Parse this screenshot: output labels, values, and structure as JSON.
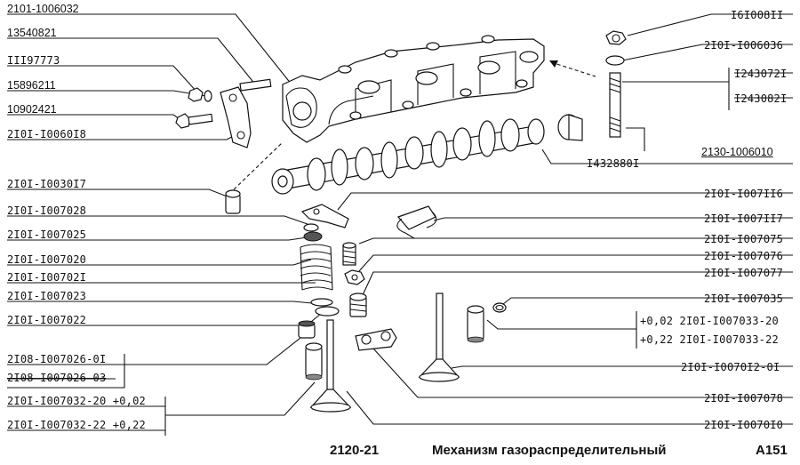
{
  "labels_left": [
    {
      "key": "l1",
      "text": "2101-1006032"
    },
    {
      "key": "l2",
      "text": "13540821"
    },
    {
      "key": "l3",
      "text": "III97773"
    },
    {
      "key": "l4",
      "text": "15896211"
    },
    {
      "key": "l5",
      "text": "10902421"
    },
    {
      "key": "l6",
      "text": "2I0I-I0060I8"
    },
    {
      "key": "l7",
      "text": "2I0I-I0030I7"
    },
    {
      "key": "l8",
      "text": "2I0I-I007028"
    },
    {
      "key": "l9",
      "text": "2I0I-I007025"
    },
    {
      "key": "l10",
      "text": "2I0I-I007020"
    },
    {
      "key": "l11",
      "text": "2I0I-I00702I"
    },
    {
      "key": "l12",
      "text": "2I0I-I007023"
    },
    {
      "key": "l13",
      "text": "2I0I-I007022"
    },
    {
      "key": "l14",
      "text": "2I08-I007026-0I"
    },
    {
      "key": "l15",
      "text": "2I08-I007026-03"
    },
    {
      "key": "l16",
      "text": "2I0I-I007032-20  +0,02"
    },
    {
      "key": "l17",
      "text": "2I0I-I007032-22  +0,22"
    }
  ],
  "labels_right": [
    {
      "key": "r1",
      "text": "I6I008II"
    },
    {
      "key": "r2",
      "text": "2I0I-I006036"
    },
    {
      "key": "r3",
      "text": "I243072I"
    },
    {
      "key": "r4",
      "text": "I243082I"
    },
    {
      "key": "r5",
      "text": "2130-1006010"
    },
    {
      "key": "r6",
      "text": "I432880I"
    },
    {
      "key": "r7",
      "text": "2I0I-I007II6"
    },
    {
      "key": "r8",
      "text": "2I0I-I007II7"
    },
    {
      "key": "r9",
      "text": "2I0I-I007075"
    },
    {
      "key": "r10",
      "text": "2I0I-I007076"
    },
    {
      "key": "r11",
      "text": "2I0I-I007077"
    },
    {
      "key": "r12",
      "text": "2I0I-I007035"
    },
    {
      "key": "r13",
      "text": "+0,02  2I0I-I007033-20"
    },
    {
      "key": "r14",
      "text": "+0,22  2I0I-I007033-22"
    },
    {
      "key": "r15",
      "text": "2I0I-I0070I2-0I"
    },
    {
      "key": "r16",
      "text": "2I0I-I007078"
    },
    {
      "key": "r17",
      "text": "2I0I-I0070I0"
    }
  ],
  "footer": {
    "model": "2120-21",
    "title": "Механизм газораспределительный",
    "code": "A151"
  }
}
